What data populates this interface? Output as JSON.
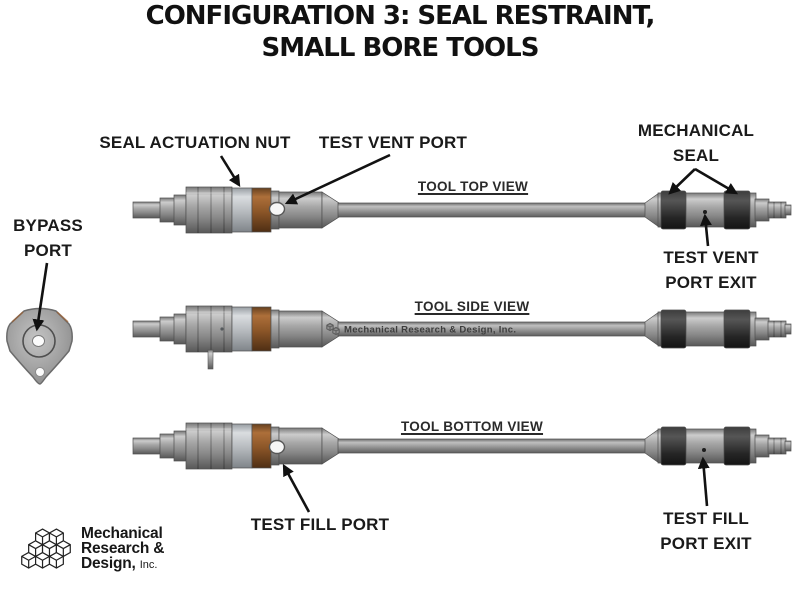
{
  "title": {
    "line1": "CONFIGURATION 3: SEAL RESTRAINT,",
    "line2": "SMALL BORE TOOLS"
  },
  "views": {
    "top_label": "TOOL TOP VIEW",
    "side_label": "TOOL SIDE VIEW",
    "bottom_label": "TOOL BOTTOM VIEW"
  },
  "callouts": {
    "seal_actuation_nut": "SEAL ACTUATION NUT",
    "test_vent_port": "TEST VENT PORT",
    "mechanical_seal_line1": "MECHANICAL",
    "mechanical_seal_line2": "SEAL",
    "test_vent_port_exit_line1": "TEST VENT",
    "test_vent_port_exit_line2": "PORT EXIT",
    "bypass_port_line1": "BYPASS",
    "bypass_port_line2": "PORT",
    "test_fill_port": "TEST FILL PORT",
    "test_fill_port_exit_line1": "TEST FILL",
    "test_fill_port_exit_line2": "PORT EXIT"
  },
  "branding": {
    "shaft_text": "Mechanical Research & Design, Inc.",
    "logo_line1": "Mechanical",
    "logo_line2": "Research &",
    "logo_line3": "Design,",
    "logo_suffix": "Inc."
  },
  "colors": {
    "background": "#ffffff",
    "text": "#1a1a1a",
    "metal_gray": "#9a9a9a",
    "light_ring_gray": "#b5b9bd",
    "seal_nut_brown": "#8a5527",
    "mechanical_seal_black": "#2e2e2e"
  }
}
